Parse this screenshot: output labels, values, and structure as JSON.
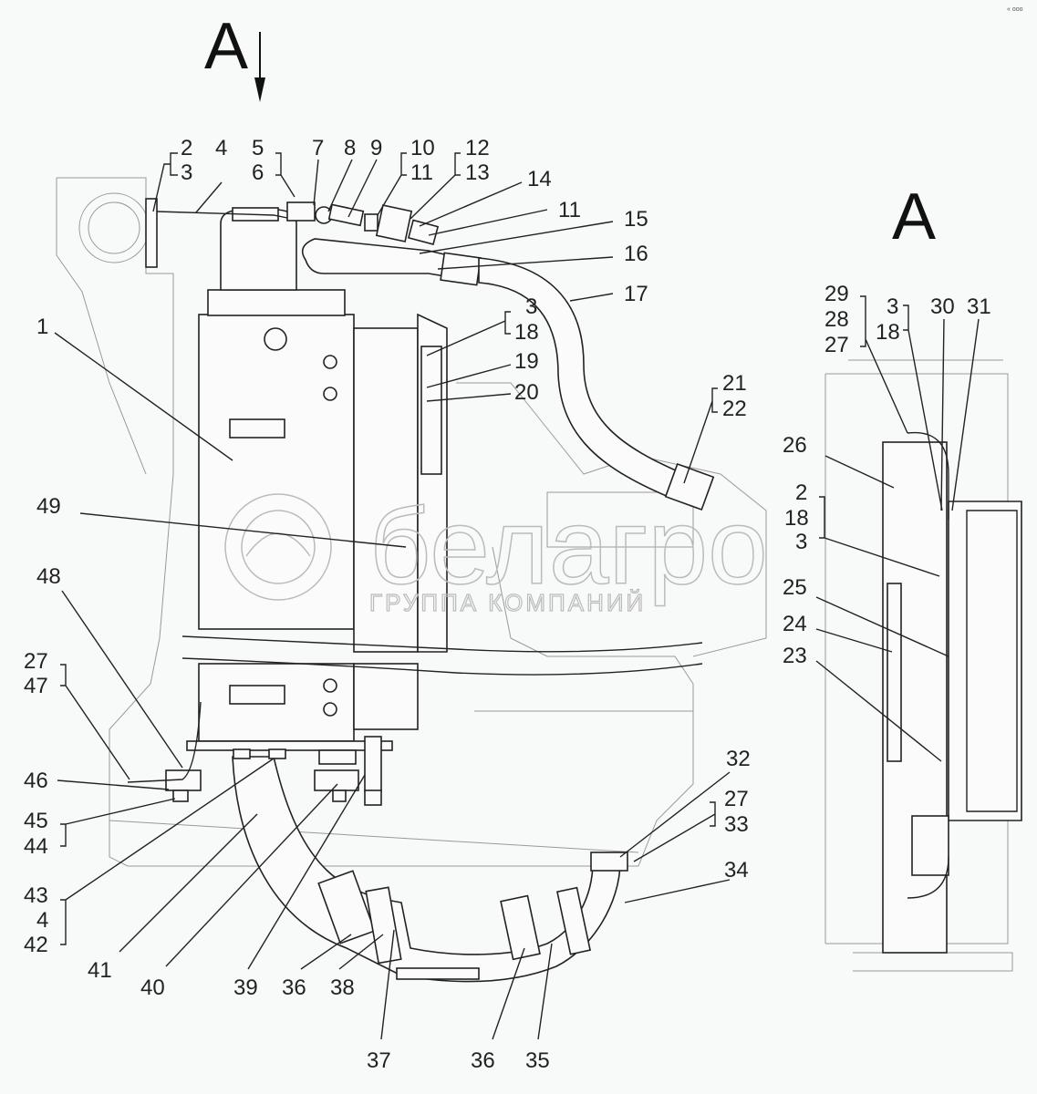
{
  "view_markers": {
    "main": "A",
    "section": "A"
  },
  "watermark": {
    "brand": "белагро",
    "subtitle": "ГРУППА КОМПАНИЙ"
  },
  "corner_mark": "« ооо",
  "callouts": [
    {
      "id": "c-2-3",
      "lines": [
        "2",
        "3"
      ]
    },
    {
      "id": "c-4",
      "lines": [
        "4"
      ]
    },
    {
      "id": "c-5-6",
      "lines": [
        "5",
        "6"
      ]
    },
    {
      "id": "c-7",
      "lines": [
        "7"
      ]
    },
    {
      "id": "c-8",
      "lines": [
        "8"
      ]
    },
    {
      "id": "c-9",
      "lines": [
        "9"
      ]
    },
    {
      "id": "c-10-11",
      "lines": [
        "10",
        "11"
      ]
    },
    {
      "id": "c-12-13",
      "lines": [
        "12",
        "13"
      ]
    },
    {
      "id": "c-14",
      "lines": [
        "14"
      ]
    },
    {
      "id": "c-11b",
      "lines": [
        "11"
      ]
    },
    {
      "id": "c-15",
      "lines": [
        "15"
      ]
    },
    {
      "id": "c-16",
      "lines": [
        "16"
      ]
    },
    {
      "id": "c-17",
      "lines": [
        "17"
      ]
    },
    {
      "id": "c-1",
      "lines": [
        "1"
      ]
    },
    {
      "id": "c-3-18",
      "lines": [
        "3",
        "18"
      ]
    },
    {
      "id": "c-19",
      "lines": [
        "19"
      ]
    },
    {
      "id": "c-20",
      "lines": [
        "20"
      ]
    },
    {
      "id": "c-21-22",
      "lines": [
        "21",
        "22"
      ]
    },
    {
      "id": "c-49",
      "lines": [
        "49"
      ]
    },
    {
      "id": "c-48",
      "lines": [
        "48"
      ]
    },
    {
      "id": "c-27-47",
      "lines": [
        "27",
        "47"
      ]
    },
    {
      "id": "c-46",
      "lines": [
        "46"
      ]
    },
    {
      "id": "c-45-44",
      "lines": [
        "45",
        "44"
      ]
    },
    {
      "id": "c-43-4-42",
      "lines": [
        "43",
        "4",
        "42"
      ]
    },
    {
      "id": "c-41",
      "lines": [
        "41"
      ]
    },
    {
      "id": "c-40",
      "lines": [
        "40"
      ]
    },
    {
      "id": "c-39",
      "lines": [
        "39"
      ]
    },
    {
      "id": "c-36a",
      "lines": [
        "36"
      ]
    },
    {
      "id": "c-38",
      "lines": [
        "38"
      ]
    },
    {
      "id": "c-37",
      "lines": [
        "37"
      ]
    },
    {
      "id": "c-36b",
      "lines": [
        "36"
      ]
    },
    {
      "id": "c-35",
      "lines": [
        "35"
      ]
    },
    {
      "id": "c-32",
      "lines": [
        "32"
      ]
    },
    {
      "id": "c-27-33",
      "lines": [
        "27",
        "33"
      ]
    },
    {
      "id": "c-34",
      "lines": [
        "34"
      ]
    },
    {
      "id": "c-29-28-27",
      "lines": [
        "29",
        "28",
        "27"
      ]
    },
    {
      "id": "c-3-18b",
      "lines": [
        "3",
        "18"
      ]
    },
    {
      "id": "c-30",
      "lines": [
        "30"
      ]
    },
    {
      "id": "c-31",
      "lines": [
        "31"
      ]
    },
    {
      "id": "c-26",
      "lines": [
        "26"
      ]
    },
    {
      "id": "c-2-18-3",
      "lines": [
        "2",
        "18",
        "3"
      ]
    },
    {
      "id": "c-25",
      "lines": [
        "25"
      ]
    },
    {
      "id": "c-24",
      "lines": [
        "24"
      ]
    },
    {
      "id": "c-23",
      "lines": [
        "23"
      ]
    }
  ]
}
